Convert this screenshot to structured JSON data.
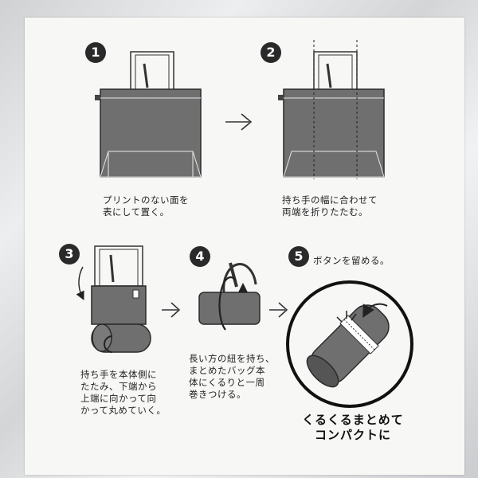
{
  "steps": [
    {
      "number": "1",
      "text": "プリントのない面を\n表にして置く。"
    },
    {
      "number": "2",
      "text": "持ち手の幅に合わせて\n両端を折りたたむ。"
    },
    {
      "number": "3",
      "text": "持ち手を本体側に\nたたみ、下端から\n上端に向かって向\nかって丸めていく。"
    },
    {
      "number": "4",
      "text": "長い方の紐を持ち、\nまとめたバッグ本\n体にくるりと一周\n巻きつける。"
    },
    {
      "number": "5",
      "text": "ボタンを留める。"
    }
  ],
  "tagline": "くるくるまとめて\nコンパクトに",
  "colors": {
    "bag": "#6f6f6f",
    "outline": "#2a2a2a",
    "card": "#f7f7f6"
  }
}
